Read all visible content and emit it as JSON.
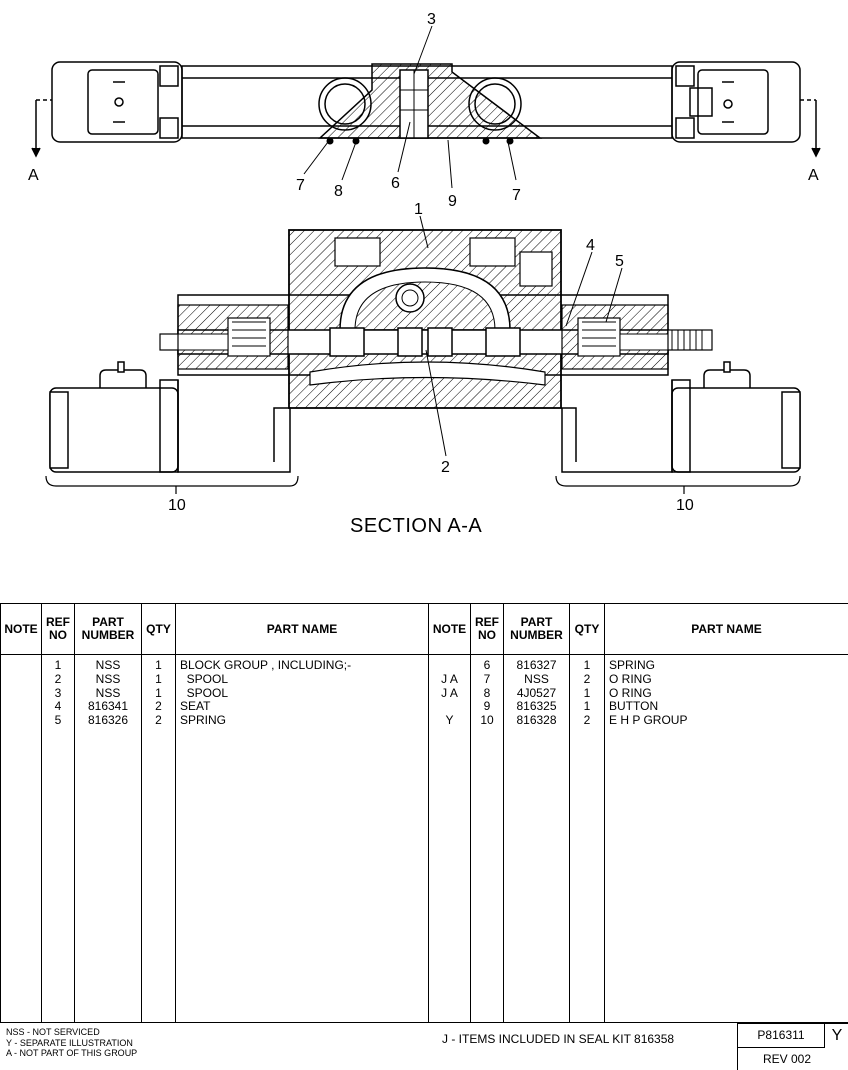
{
  "drawing": {
    "section_marker": "A",
    "section_title": "SECTION A-A",
    "callouts": [
      "1",
      "2",
      "3",
      "4",
      "5",
      "6",
      "7",
      "8",
      "9",
      "10"
    ]
  },
  "table": {
    "headers": {
      "note": "NOTE",
      "ref_no": "REF NO",
      "part_number": "PART NUMBER",
      "qty": "QTY",
      "part_name": "PART NAME"
    },
    "left_rows": [
      {
        "note": "",
        "ref": "1",
        "part": "NSS",
        "qty": "1",
        "name": "BLOCK GROUP , INCLUDING;-"
      },
      {
        "note": "",
        "ref": "2",
        "part": "NSS",
        "qty": "1",
        "name": "  SPOOL"
      },
      {
        "note": "",
        "ref": "3",
        "part": "NSS",
        "qty": "1",
        "name": "  SPOOL"
      },
      {
        "note": "",
        "ref": "4",
        "part": "816341",
        "qty": "2",
        "name": "SEAT"
      },
      {
        "note": "",
        "ref": "5",
        "part": "816326",
        "qty": "2",
        "name": "SPRING"
      }
    ],
    "right_rows": [
      {
        "note": "",
        "ref": "6",
        "part": "816327",
        "qty": "1",
        "name": "SPRING"
      },
      {
        "note": "J A",
        "ref": "7",
        "part": "NSS",
        "qty": "2",
        "name": "O RING"
      },
      {
        "note": "J A",
        "ref": "8",
        "part": "4J0527",
        "qty": "1",
        "name": "O RING"
      },
      {
        "note": "",
        "ref": "9",
        "part": "816325",
        "qty": "1",
        "name": "BUTTON"
      },
      {
        "note": "Y",
        "ref": "10",
        "part": "816328",
        "qty": "2",
        "name": "E H P GROUP"
      }
    ]
  },
  "footer": {
    "legend": [
      "NSS - NOT SERVICED",
      "Y - SEPARATE ILLUSTRATION",
      "A - NOT PART OF THIS GROUP"
    ],
    "seal_kit": "J - ITEMS INCLUDED IN SEAL KIT 816358",
    "drawing_number": "P816311",
    "drawing_letter": "Y",
    "revision": "REV 002"
  }
}
